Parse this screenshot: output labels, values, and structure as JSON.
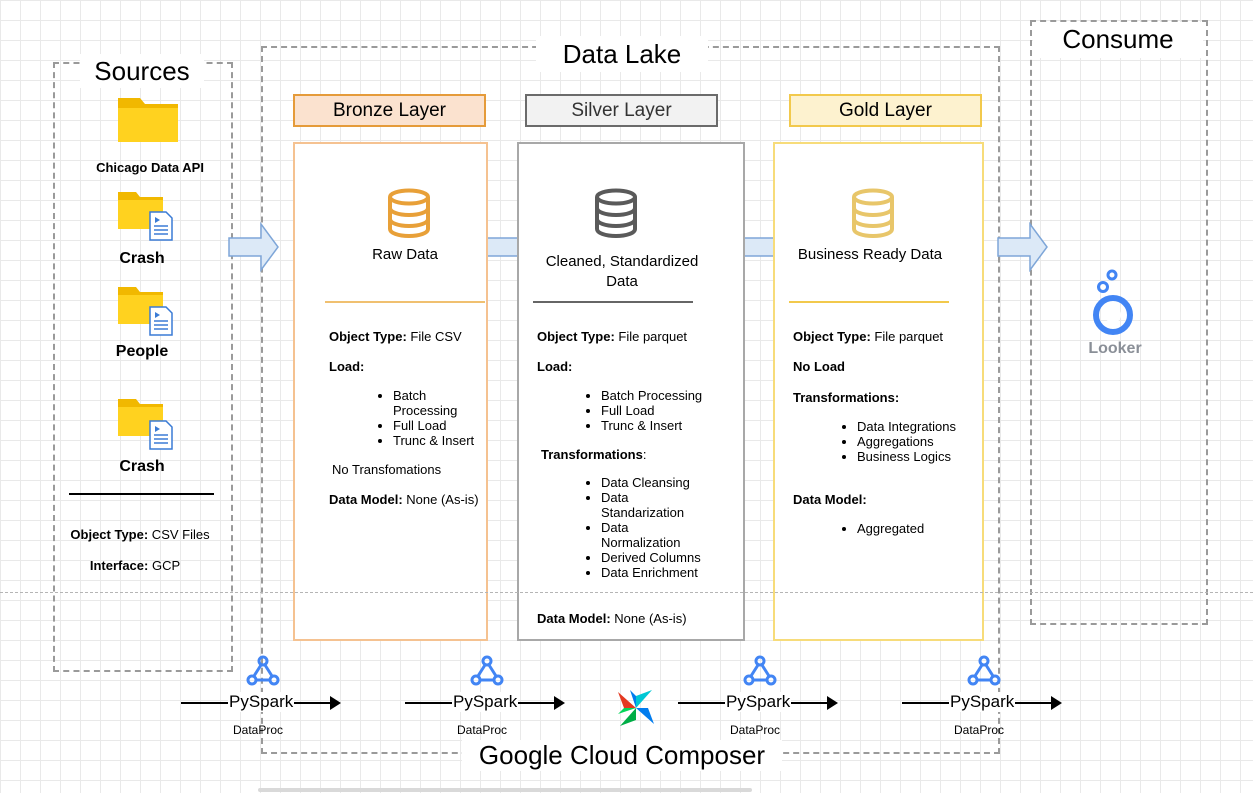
{
  "sources": {
    "title": "Sources",
    "items": [
      "Chicago Data API",
      "Crash",
      "People",
      "Crash"
    ],
    "object_type_label": "Object Type:",
    "object_type_value": " CSV Files",
    "interface_label": "Interface:",
    "interface_value": " GCP"
  },
  "data_lake": {
    "title": "Data Lake"
  },
  "consume": {
    "title": "Consume",
    "looker_label": "Looker"
  },
  "bronze": {
    "header": "Bronze Layer",
    "caption": "Raw Data",
    "object_type_label": "Object Type:",
    "object_type_value": " File CSV",
    "load_label": "Load:",
    "load_items": [
      "Batch Processing",
      "Full Load",
      "Trunc & Insert"
    ],
    "transform_text": "No Transfomations",
    "model_label": "Data Model:",
    "model_value": " None (As-is)"
  },
  "silver": {
    "header": "Silver Layer",
    "caption": "Cleaned, Standardized Data",
    "object_type_label": "Object Type:",
    "object_type_value": " File parquet",
    "load_label": "Load:",
    "load_items": [
      "Batch Processing",
      "Full Load",
      "Trunc & Insert"
    ],
    "transform_label": "Transformations",
    "transform_suffix": ":",
    "transform_items": [
      "Data Cleansing",
      "Data Standarization",
      "Data Normalization",
      "Derived Columns",
      "Data Enrichment"
    ],
    "model_label": "Data Model:",
    "model_value": " None (As-is)"
  },
  "gold": {
    "header": "Gold Layer",
    "caption": "Business Ready Data",
    "object_type_label": "Object Type:",
    "object_type_value": " File parquet",
    "load_text": "No Load",
    "transform_label": "Transformations:",
    "transform_items": [
      "Data Integrations",
      "Aggregations",
      "Business Logics"
    ],
    "model_label": "Data Model:",
    "model_items": [
      "Aggregated"
    ]
  },
  "pipeline": {
    "step_label": "PySpark",
    "step_sub": "DataProc",
    "orchestrator": "Google Cloud Composer"
  },
  "colors": {
    "bronze_fill": "#fbe2cf",
    "bronze_stroke": "#e59b3a",
    "silver_fill": "#f2f2f2",
    "silver_stroke": "#6b6b6b",
    "gold_fill": "#fdf2cf",
    "gold_stroke": "#f2c94c",
    "arrow_fill": "#dce9f7",
    "arrow_stroke": "#7ea6d8",
    "spark_blue": "#4285f4"
  }
}
